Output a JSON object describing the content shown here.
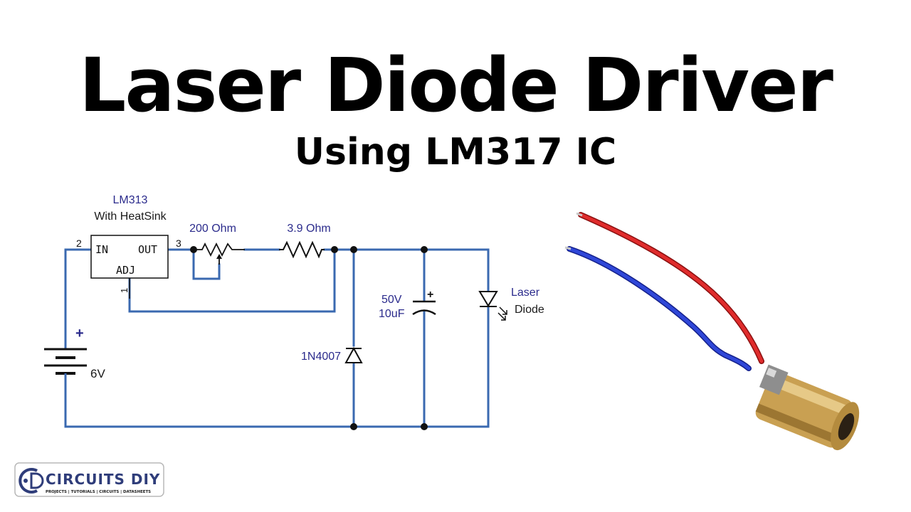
{
  "title": "Laser Diode Driver",
  "subtitle": "Using LM317 IC",
  "colors": {
    "wire": "#3a69b0",
    "label_blue": "#2b2b8c",
    "text_dark": "#1a1a1a"
  },
  "circuit": {
    "regulator": {
      "name": "LM313",
      "note": "With HeatSink",
      "pin_in": "IN",
      "pin_out": "OUT",
      "pin_adj": "ADJ",
      "pin_in_num": "2",
      "pin_out_num": "3",
      "pin_adj_num": "1"
    },
    "potentiometer_label": "200 Ohm",
    "resistor_label": "3.9 Ohm",
    "battery_plus": "+",
    "battery_label": "6V",
    "diode_label": "1N4007",
    "capacitor_plus": "+",
    "capacitor_voltage": "50V",
    "capacitor_value": "10uF",
    "laser_label_line1": "Laser",
    "laser_label_line2": "Diode"
  },
  "logo": {
    "brand": "CIRCUITS DIY",
    "tagline": "PROJECTS | TUTORIALS | CIRCUITS | DATASHEETS",
    "icon": "cd-logo-icon"
  },
  "photo": {
    "subject": "laser-diode-module-icon"
  }
}
